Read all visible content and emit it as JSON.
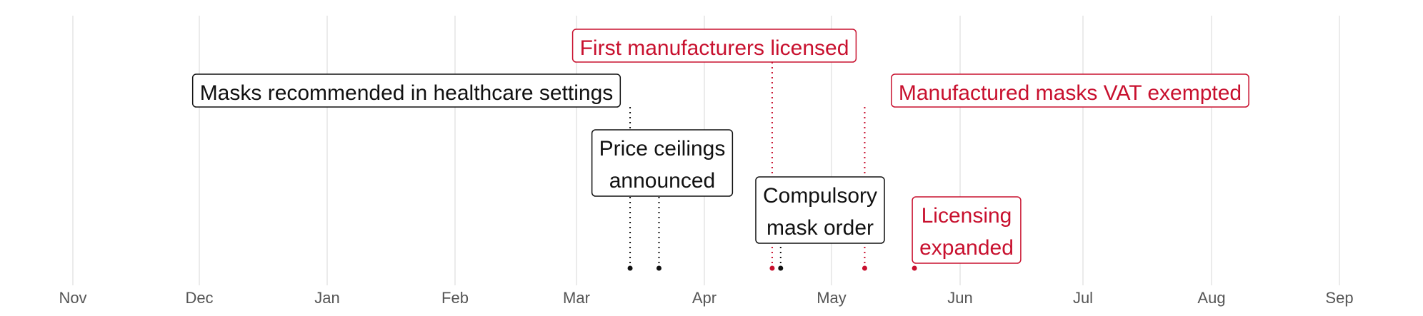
{
  "chart_data": {
    "type": "timeline",
    "x_axis": {
      "tick_labels": [
        "Nov",
        "Dec",
        "Jan",
        "Feb",
        "Mar",
        "Apr",
        "May",
        "Jun",
        "Jul",
        "Aug",
        "Sep"
      ],
      "range": [
        "Nov",
        "Sep"
      ],
      "grid": true
    },
    "colors": {
      "black_events": "#111111",
      "red_events": "#c8102e",
      "grid": "#ebebeb"
    },
    "events": [
      {
        "id": "masks-recommended",
        "date": "Mar 14",
        "lines": [
          "Masks recommended in healthcare settings"
        ],
        "color": "black_events"
      },
      {
        "id": "price-ceilings",
        "date": "Mar 21",
        "lines": [
          "Price ceilings",
          "announced"
        ],
        "color": "black_events"
      },
      {
        "id": "first-manufacturers",
        "date": "Apr 17",
        "lines": [
          "First manufacturers licensed"
        ],
        "color": "red_events"
      },
      {
        "id": "compulsory-mask-order",
        "date": "Apr 19",
        "lines": [
          "Compulsory",
          "mask order"
        ],
        "color": "black_events"
      },
      {
        "id": "vat-exempted",
        "date": "May 9",
        "lines": [
          "Manufactured masks VAT exempted"
        ],
        "color": "red_events"
      },
      {
        "id": "licensing-expanded",
        "date": "May 21",
        "lines": [
          "Licensing",
          "expanded"
        ],
        "color": "red_events"
      }
    ]
  }
}
